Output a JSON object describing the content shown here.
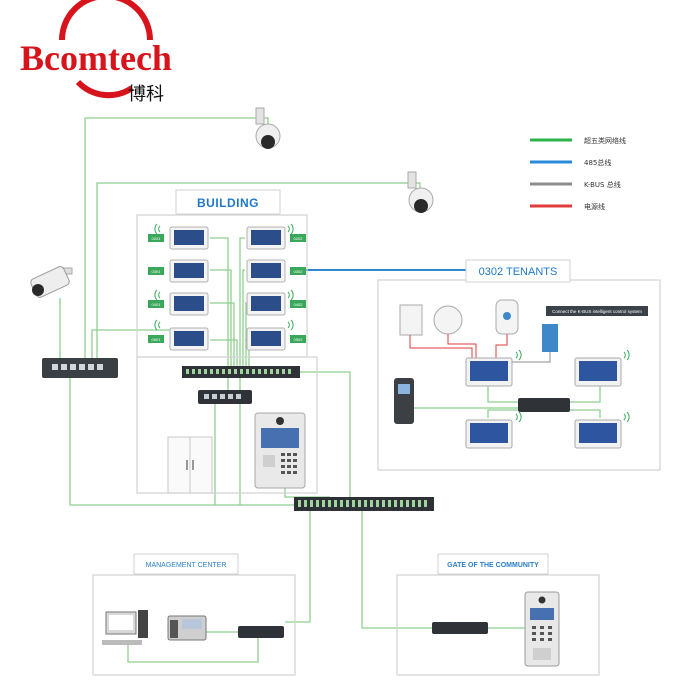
{
  "brand": {
    "name": "Bcomtech",
    "chinese": "博科",
    "colors": {
      "red": "#d7141c",
      "black": "#111111"
    }
  },
  "legend": {
    "items": [
      {
        "label": "超五类网络线",
        "color": "#2eb24a"
      },
      {
        "label": "485总线",
        "color": "#2b8ad8"
      },
      {
        "label": "K-BUS 总线",
        "color": "#8c8c8c"
      },
      {
        "label": "电源线",
        "color": "#e23b3b"
      }
    ]
  },
  "building": {
    "title": "BUILDING",
    "unit_labels": [
      "0201",
      "0202",
      "0301",
      "0302",
      "0401",
      "0402",
      "0501",
      "0502"
    ]
  },
  "tenants": {
    "title": "0302 TENANTS",
    "kbus_banner": "Connect the K-BUS intelligent control system"
  },
  "management": {
    "title": "MANAGEMENT CENTER"
  },
  "gate": {
    "title": "GATE OF THE COMMUNITY"
  },
  "colors": {
    "network_line": "#8fcf8f",
    "frame": "#cfcfcf",
    "title_blue": "#2a7fc6",
    "building_title": "#1f78c8"
  }
}
